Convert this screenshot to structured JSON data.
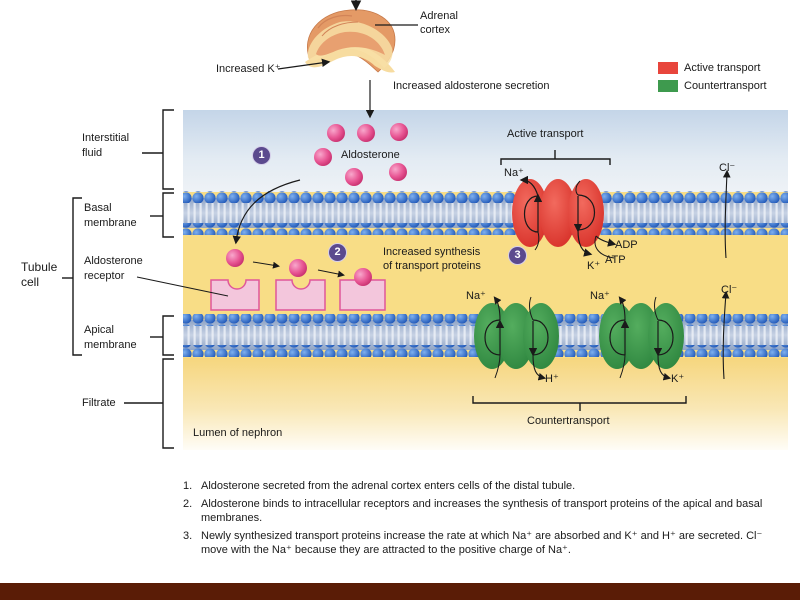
{
  "adrenal": {
    "label_line1": "Adrenal",
    "label_line2": "cortex",
    "increased_k": "Increased K⁺",
    "increased_secretion": "Increased aldosterone secretion"
  },
  "legend": {
    "items": [
      {
        "label": "Active transport",
        "color": "#e8453c"
      },
      {
        "label": "Countertransport",
        "color": "#3e9a4e"
      }
    ]
  },
  "left_labels": {
    "interstitial_fluid_1": "Interstitial",
    "interstitial_fluid_2": "fluid",
    "basal_membrane_1": "Basal",
    "basal_membrane_2": "membrane",
    "tubule_cell_1": "Tubule",
    "tubule_cell_2": "cell",
    "aldosterone_receptor_1": "Aldosterone",
    "aldosterone_receptor_2": "receptor",
    "apical_membrane_1": "Apical",
    "apical_membrane_2": "membrane",
    "filtrate": "Filtrate"
  },
  "diagram": {
    "aldosterone_label": "Aldosterone",
    "active_transport_label": "Active transport",
    "countertransport_label": "Countertransport",
    "increased_synthesis_1": "Increased synthesis",
    "increased_synthesis_2": "of transport proteins",
    "lumen_label": "Lumen of nephron",
    "steps": [
      "1",
      "2",
      "3"
    ],
    "ions": {
      "na_active": "Na⁺",
      "k_active": "K⁺",
      "adp": "ADP",
      "atp": "ATP",
      "cl_top": "Cl⁻",
      "na_counter_1": "Na⁺",
      "h_counter": "H⁺",
      "na_counter_2": "Na⁺",
      "k_counter": "K⁺",
      "cl_bottom": "Cl⁻"
    },
    "colors": {
      "interstitial_top": "#c8d7e8",
      "cytoplasm": "#f8dd86",
      "lipid_head": "#2e6fcf",
      "aldosterone": "#e8508f",
      "receptor": "#f3c6dc",
      "step_badge": "#5b4a8e"
    }
  },
  "notes": [
    {
      "num": "1.",
      "text": "Aldosterone secreted from the adrenal cortex enters cells of the distal tubule."
    },
    {
      "num": "2.",
      "text": "Aldosterone binds to intracellular receptors and increases the synthesis of transport proteins of the apical and basal membranes."
    },
    {
      "num": "3.",
      "text": "Newly synthesized transport proteins increase the rate at which Na⁺ are absorbed and K⁺ and H⁺ are secreted.  Cl⁻ move with the Na⁺ because they are attracted to the positive charge of Na⁺."
    }
  ],
  "footer": {
    "color": "#5a1c06"
  }
}
